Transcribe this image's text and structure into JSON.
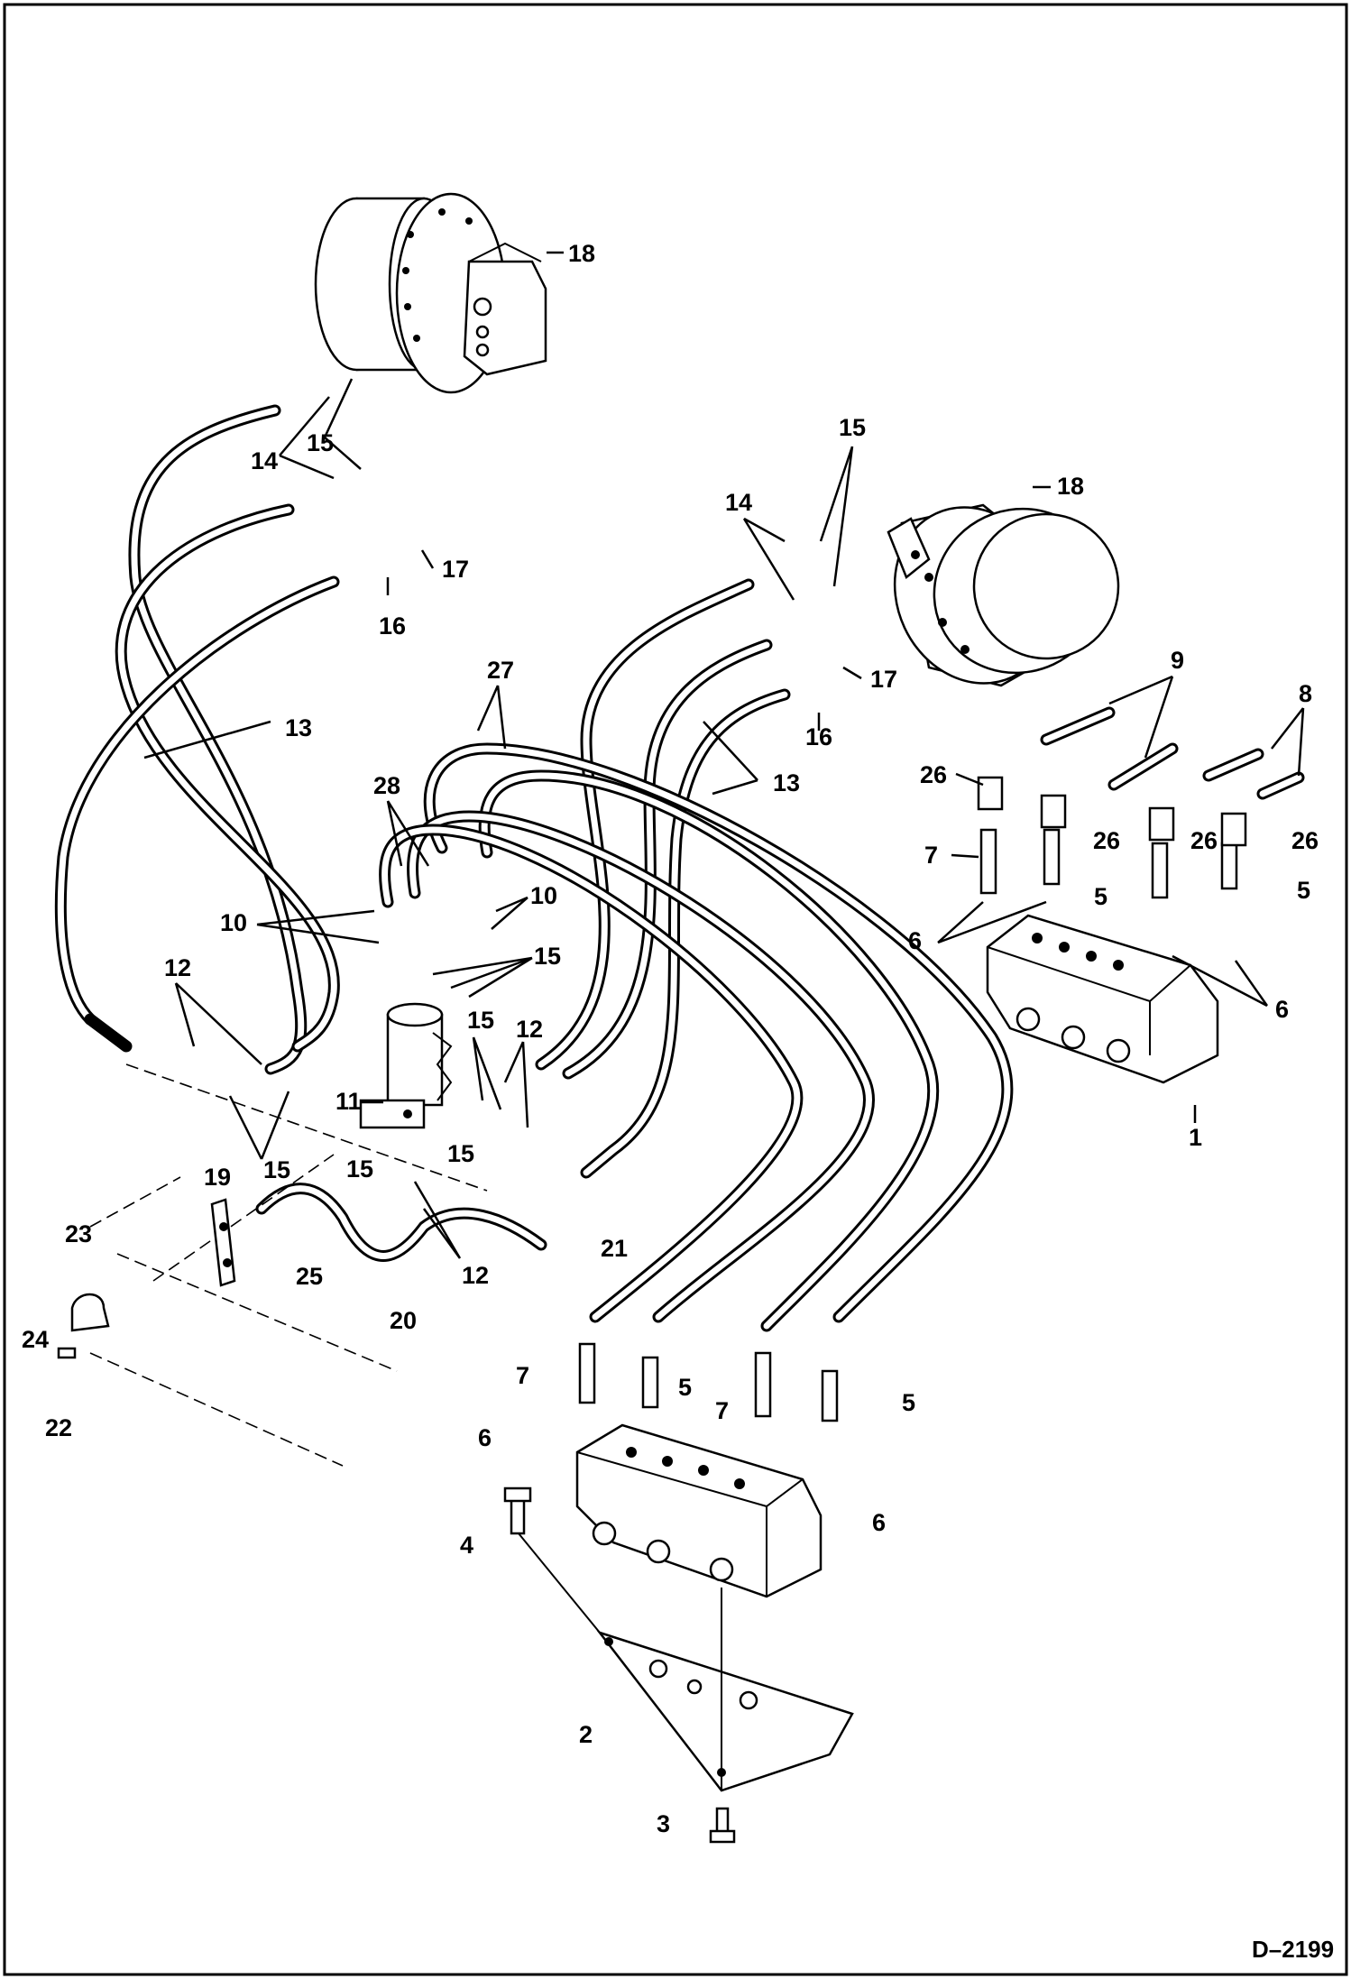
{
  "drawing": {
    "code": "D–2199",
    "callouts": {
      "n1": "1",
      "n2": "2",
      "n3": "3",
      "n4": "4",
      "n5": "5",
      "n6": "6",
      "n7": "7",
      "n8": "8",
      "n9": "9",
      "n10": "10",
      "n11": "11",
      "n12": "12",
      "n13": "13",
      "n14": "14",
      "n15": "15",
      "n16": "16",
      "n17": "17",
      "n18": "18",
      "n19": "19",
      "n20": "20",
      "n21": "21",
      "n22": "22",
      "n23": "23",
      "n24": "24",
      "n25": "25",
      "n26": "26",
      "n27": "27",
      "n28": "28"
    }
  }
}
